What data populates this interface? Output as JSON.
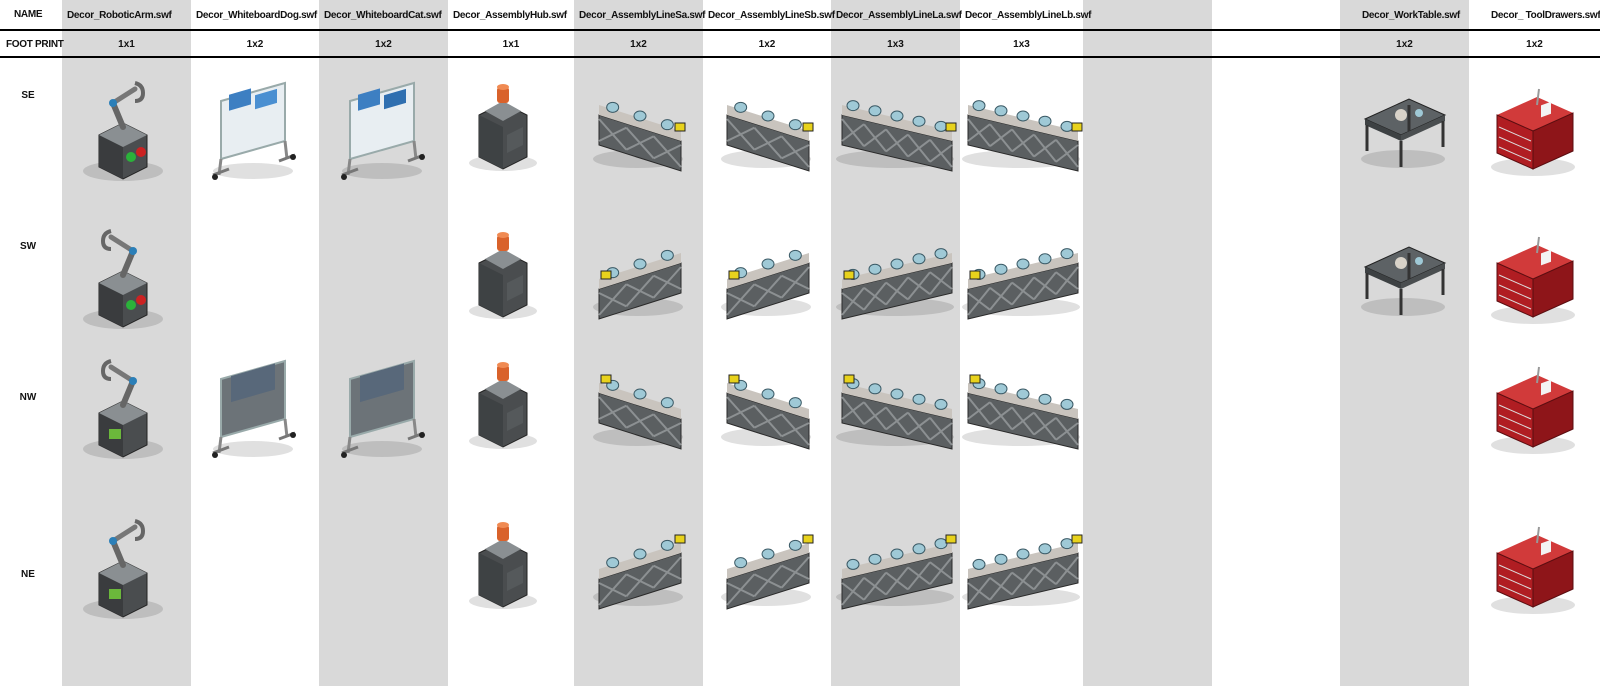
{
  "header_labels": {
    "name": "NAME",
    "footprint": "FOOT PRINT"
  },
  "directions": [
    "SE",
    "SW",
    "NW",
    "NE"
  ],
  "columns": [
    {
      "name": "Decor_RoboticArm.swf",
      "footprint": "1x1",
      "kind": "robotic-arm",
      "views": [
        "SE",
        "SW",
        "NW",
        "NE"
      ]
    },
    {
      "name": "Decor_WhiteboardDog.swf",
      "footprint": "1x2",
      "kind": "whiteboard-dog",
      "views": [
        "SE",
        "NW"
      ]
    },
    {
      "name": "Decor_WhiteboardCat.swf",
      "footprint": "1x2",
      "kind": "whiteboard-cat",
      "views": [
        "SE",
        "NW"
      ]
    },
    {
      "name": "Decor_AssemblyHub.swf",
      "footprint": "1x1",
      "kind": "assembly-hub",
      "views": [
        "SE",
        "SW",
        "NW",
        "NE"
      ]
    },
    {
      "name": "Decor_AssemblyLineSa.swf",
      "footprint": "1x2",
      "kind": "assembly-line-short",
      "views": [
        "SE",
        "SW",
        "NW",
        "NE"
      ]
    },
    {
      "name": "Decor_AssemblyLineSb.swf",
      "footprint": "1x2",
      "kind": "assembly-line-short",
      "views": [
        "SE",
        "SW",
        "NW",
        "NE"
      ]
    },
    {
      "name": "Decor_AssemblyLineLa.swf",
      "footprint": "1x3",
      "kind": "assembly-line-long",
      "views": [
        "SE",
        "SW",
        "NW",
        "NE"
      ]
    },
    {
      "name": "Decor_AssemblyLineLb.swf",
      "footprint": "1x3",
      "kind": "assembly-line-long",
      "views": [
        "SE",
        "SW",
        "NW",
        "NE"
      ]
    },
    {
      "name": "",
      "footprint": "",
      "kind": "empty",
      "views": []
    },
    {
      "name": "",
      "footprint": "",
      "kind": "empty",
      "views": []
    },
    {
      "name": "Decor_WorkTable.swf",
      "footprint": "1x2",
      "kind": "work-table",
      "views": [
        "SE",
        "SW"
      ]
    },
    {
      "name": "Decor_ ToolDrawers.swf",
      "footprint": "1x2",
      "kind": "tool-drawers",
      "views": [
        "SE",
        "SW",
        "NW",
        "NE"
      ]
    }
  ],
  "colors": {
    "shade": "#d9d9d9",
    "metal_dark": "#4a4d4f",
    "metal_light": "#8a8f92",
    "orange": "#d9622b",
    "red": "#b01d22",
    "hazard_yellow": "#e8d21c",
    "glass": "#9fc9d6"
  }
}
